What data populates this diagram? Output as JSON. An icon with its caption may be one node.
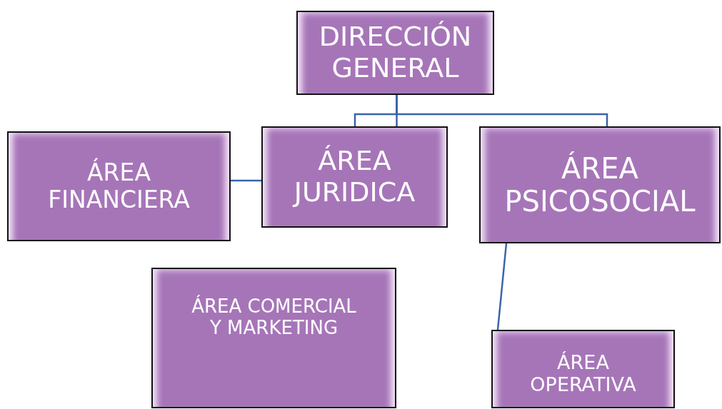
{
  "diagram": {
    "nodes": [
      {
        "text": [
          "DIRECCIÓN GENERAL"
        ]
      },
      {
        "text": [
          "ÁREA FINANCIERA"
        ]
      },
      {
        "text": [
          "ÁREA JURIDICA"
        ]
      },
      {
        "text": [
          "ÁREA PSICOSOCIAL"
        ]
      },
      {
        "text": [
          "ÁREA COMERCIAL Y MARKETING"
        ]
      },
      {
        "text": [
          "ÁREA OPERATIVA"
        ]
      }
    ],
    "edges": [
      {
        "from": 0,
        "to": 2,
        "arrow": "none"
      },
      {
        "from": 0,
        "to": 2,
        "arrow": "none"
      },
      {
        "from": 0,
        "to": 3,
        "arrow": "none"
      },
      {
        "from": 1,
        "to": 2,
        "arrow": "none"
      },
      {
        "from": 3,
        "to": 5,
        "arrow": "none"
      }
    ]
  }
}
